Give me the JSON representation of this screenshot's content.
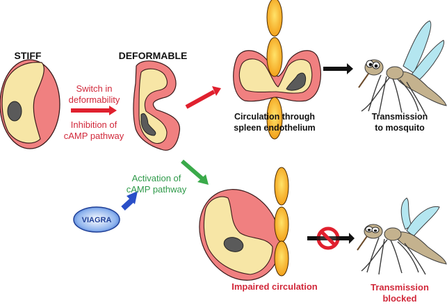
{
  "diagram": {
    "title_stiff": "STIFF",
    "title_deformable": "DEFORMABLE",
    "switch_label": [
      "Switch in",
      "deformability"
    ],
    "inhibition_label": [
      "Inhibition of",
      "cAMP pathway"
    ],
    "activation_label": [
      "Activation of",
      "cAMP pathway"
    ],
    "drug_label": "VIAGRA",
    "circulation_label": [
      "Circulation through",
      "spleen endothelium"
    ],
    "transmission_label": [
      "Transmission",
      "to mosquito"
    ],
    "impaired_label": "Impaired circulation",
    "blocked_label": [
      "Transmission",
      "blocked"
    ]
  },
  "colors": {
    "cell_outer": "#f08080",
    "cell_inner": "#f7e6a6",
    "nucleus": "#5a5a5a",
    "endothelium": "#f5a623",
    "arrow_red": "#e0202e",
    "arrow_green": "#3aaa4a",
    "arrow_blue": "#2a4fc8",
    "arrow_black": "#111111",
    "wing": "#b4e6f0",
    "mosquito_body": "#c4b28e",
    "no_sign": "#e0202e",
    "pill": "#2e6fd6"
  }
}
